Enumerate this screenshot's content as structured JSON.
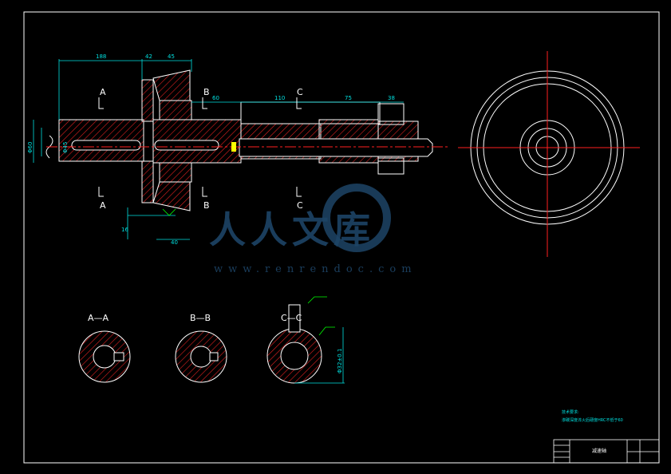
{
  "sections": {
    "a": "A",
    "b": "B",
    "c": "C",
    "aa": "A—A",
    "bb": "B—B",
    "cc": "C—C"
  },
  "dimensions": {
    "d188": "188",
    "d42": "42",
    "d45": "45",
    "d60": "60",
    "d110": "110",
    "d75": "75",
    "d38": "38",
    "d40": "40",
    "d16": "16",
    "phi_left": "Φ60",
    "phi_mid": "Φ45",
    "phi_c": "Φ32±0.1"
  },
  "annotations": {
    "note_title": "技术要求:",
    "note_line": "渗碳深度淬火后硬度HRC不低于60",
    "title_block_name": "减速轴"
  },
  "watermark": {
    "text": "人人文库",
    "url": "www.renrendoc.com"
  },
  "colors": {
    "background": "#000000",
    "outline": "#ffffff",
    "hatch": "#e02020",
    "dimension": "#00e0e0",
    "leader": "#00ff00",
    "centerline": "#ff2020",
    "highlight": "#ffff00"
  }
}
